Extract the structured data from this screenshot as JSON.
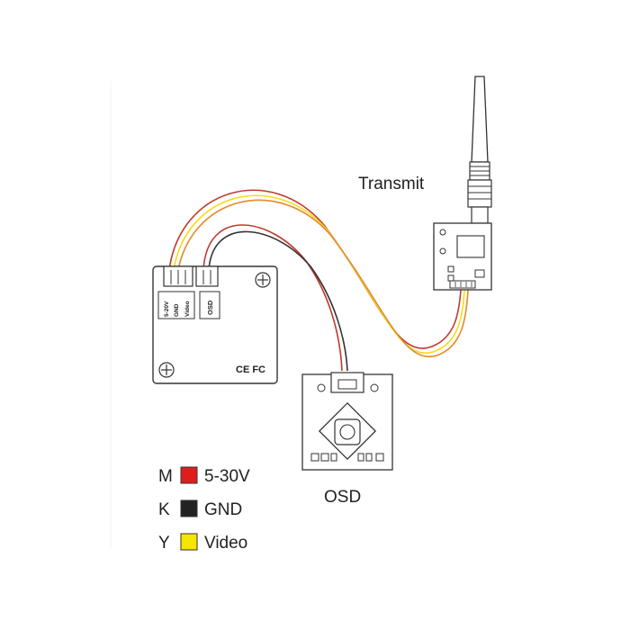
{
  "labels": {
    "transmit": "Transmit",
    "osd": "OSD"
  },
  "camera": {
    "pin_labels": [
      "5-20V",
      "GND",
      "Video"
    ],
    "osd_port": "OSD",
    "certification": "CE FC"
  },
  "legend": [
    {
      "prefix": "M",
      "color": "#e01d1d",
      "text": "5-30V"
    },
    {
      "prefix": "K",
      "color": "#222222",
      "text": "GND"
    },
    {
      "prefix": "Y",
      "color": "#f5e600",
      "text": "Video"
    }
  ],
  "wire_colors": {
    "red": "#c0392b",
    "orange": "#e38a2b",
    "yellow": "#f2dd1a",
    "black": "#333333"
  }
}
